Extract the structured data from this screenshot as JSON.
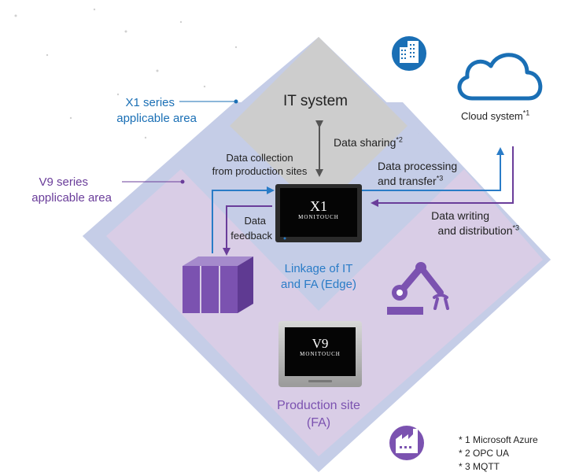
{
  "labels": {
    "it_system": "IT system",
    "cloud_system": "Cloud system",
    "cloud_note": "*1",
    "x1_area_line1": "X1 series",
    "x1_area_line2": "applicable area",
    "v9_area_line1": "V9 series",
    "v9_area_line2": "applicable area",
    "data_sharing": "Data sharing",
    "data_sharing_note": "*2",
    "data_collection_line1": "Data collection",
    "data_collection_line2": "from production sites",
    "data_processing_line1": "Data processing",
    "data_processing_line2": "and transfer",
    "data_processing_note": "*3",
    "data_writing_line1": "Data writing",
    "data_writing_line2": "and distribution",
    "data_writing_note": "*3",
    "data_feedback_line1": "Data",
    "data_feedback_line2": "feedback",
    "linkage_line1": "Linkage of IT",
    "linkage_line2": "and FA (Edge)",
    "production_line1": "Production site",
    "production_line2": "(FA)"
  },
  "devices": {
    "x1_model": "X1",
    "x1_brand": "MONITOUCH",
    "v9_model": "V9",
    "v9_brand": "MONITOUCH"
  },
  "footnotes": [
    "* 1 Microsoft Azure",
    "* 2 OPC UA",
    "* 3 MQTT"
  ],
  "colors": {
    "x1_area": "#c5cde7",
    "v9_area": "#d9cde6",
    "it_area": "#cfcfcf",
    "blue_text": "#1a6fb5",
    "purple_text": "#6a3d9a",
    "arrow_blue": "#2a7cc7",
    "icon_purple": "#7b52b0"
  },
  "icons": [
    "building-icon",
    "cloud-icon",
    "boxes-icon",
    "robot-arm-icon",
    "factory-icon"
  ]
}
